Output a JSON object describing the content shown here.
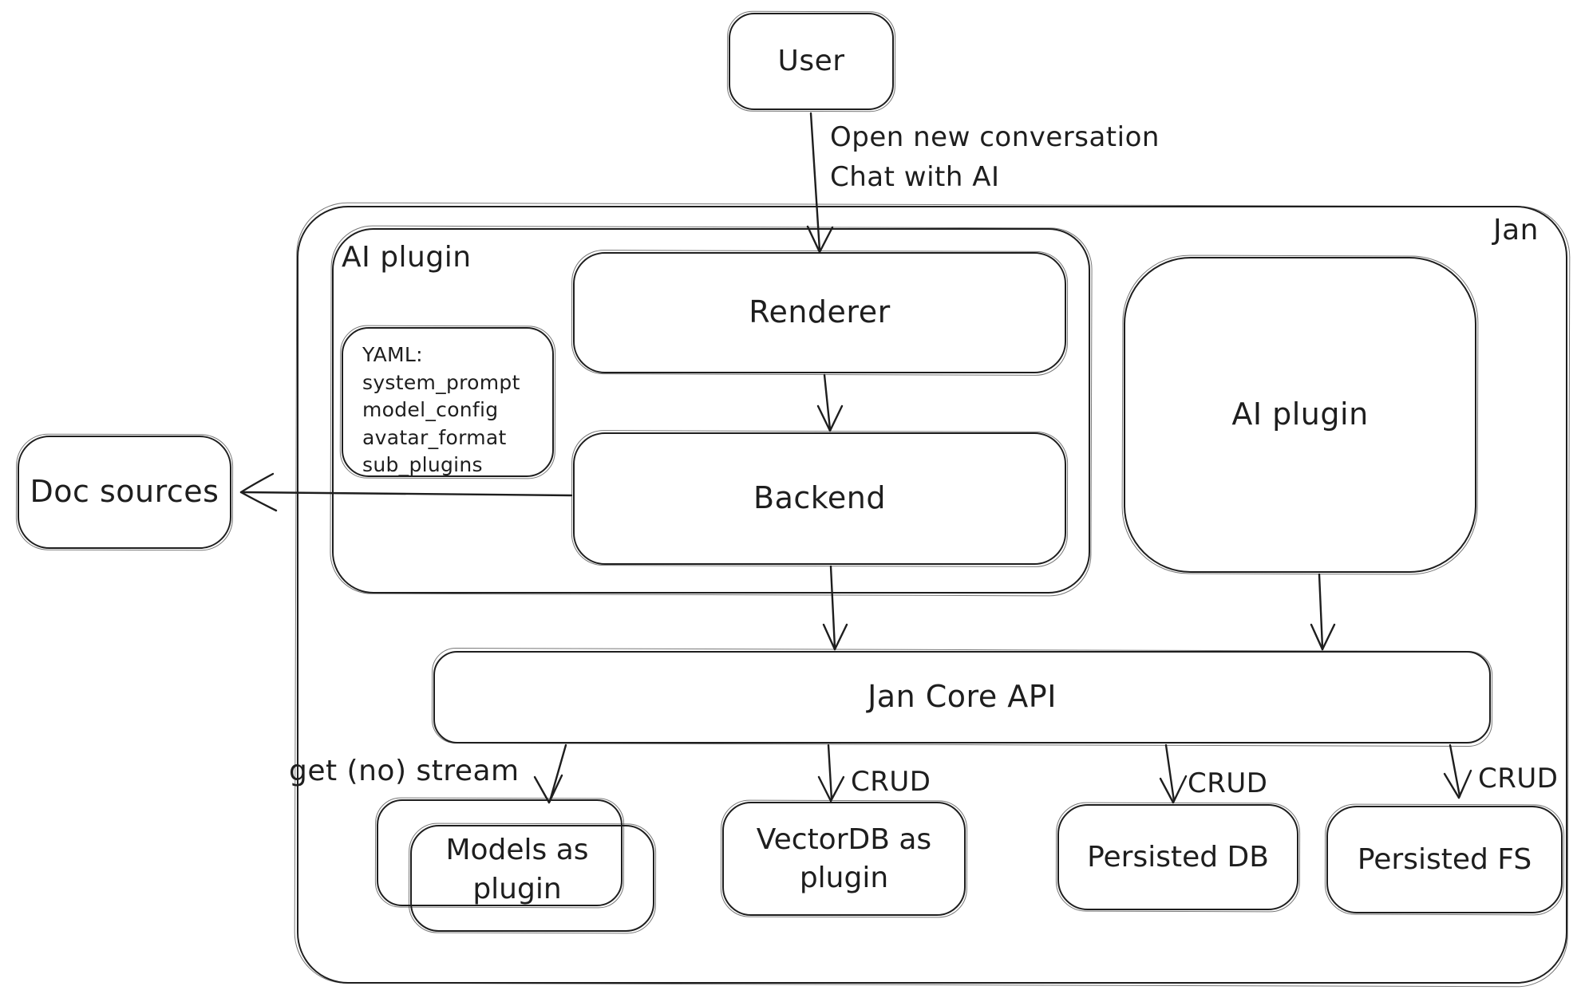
{
  "colors": {
    "ink": "#1e1e1e",
    "background": "#ffffff"
  },
  "nodes": {
    "user": {
      "label": "User"
    },
    "jan": {
      "label": "Jan"
    },
    "ai_plugin_left": {
      "label": "AI plugin"
    },
    "renderer": {
      "label": "Renderer"
    },
    "backend": {
      "label": "Backend"
    },
    "yaml_note": {
      "lines": [
        "YAML:",
        "system_prompt",
        "model_config",
        "avatar_format",
        "sub_plugins"
      ]
    },
    "doc_sources": {
      "label": "Doc sources"
    },
    "ai_plugin_right": {
      "label": "AI plugin"
    },
    "jan_core_api": {
      "label": "Jan Core API"
    },
    "models_as_plugin": {
      "label": "Models as plugin"
    },
    "vectordb_as_plugin": {
      "label": "VectorDB as plugin"
    },
    "persisted_db": {
      "label": "Persisted DB"
    },
    "persisted_fs": {
      "label": "Persisted FS"
    }
  },
  "edge_labels": {
    "user_to_renderer_line1": "Open new conversation",
    "user_to_renderer_line2": "Chat with AI",
    "core_to_models": "get (no) stream",
    "core_to_vectordb": "CRUD",
    "core_to_persisted_db": "CRUD",
    "core_to_persisted_fs": "CRUD"
  }
}
